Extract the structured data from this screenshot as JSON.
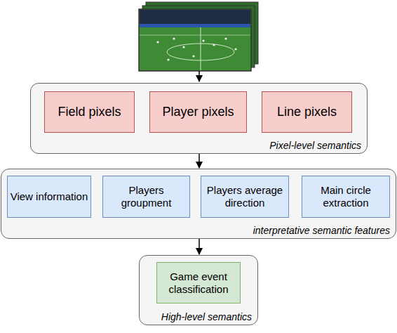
{
  "diagram": {
    "nodes": [
      {
        "text": [
          "Pixel-level semantics"
        ]
      },
      {
        "text": [
          "Field pixels"
        ],
        "in": 0
      },
      {
        "text": [
          "Player pixels"
        ],
        "in": 0
      },
      {
        "text": [
          "Line pixels"
        ],
        "in": 0
      },
      {
        "text": [
          "interpretative semantic features"
        ]
      },
      {
        "text": [
          "View information"
        ],
        "in": 4
      },
      {
        "text": [
          "Players groupment"
        ],
        "in": 4
      },
      {
        "text": [
          "Players average direction"
        ],
        "in": 4
      },
      {
        "text": [
          "Main circle extraction"
        ],
        "in": 4
      },
      {
        "text": [
          "High-level semantics"
        ]
      },
      {
        "text": [
          "Game event classification"
        ],
        "in": 9
      }
    ],
    "edges": [
      {
        "from": 0,
        "to": 4,
        "arrow": "to"
      },
      {
        "from": 4,
        "to": 9,
        "arrow": "to"
      }
    ]
  }
}
